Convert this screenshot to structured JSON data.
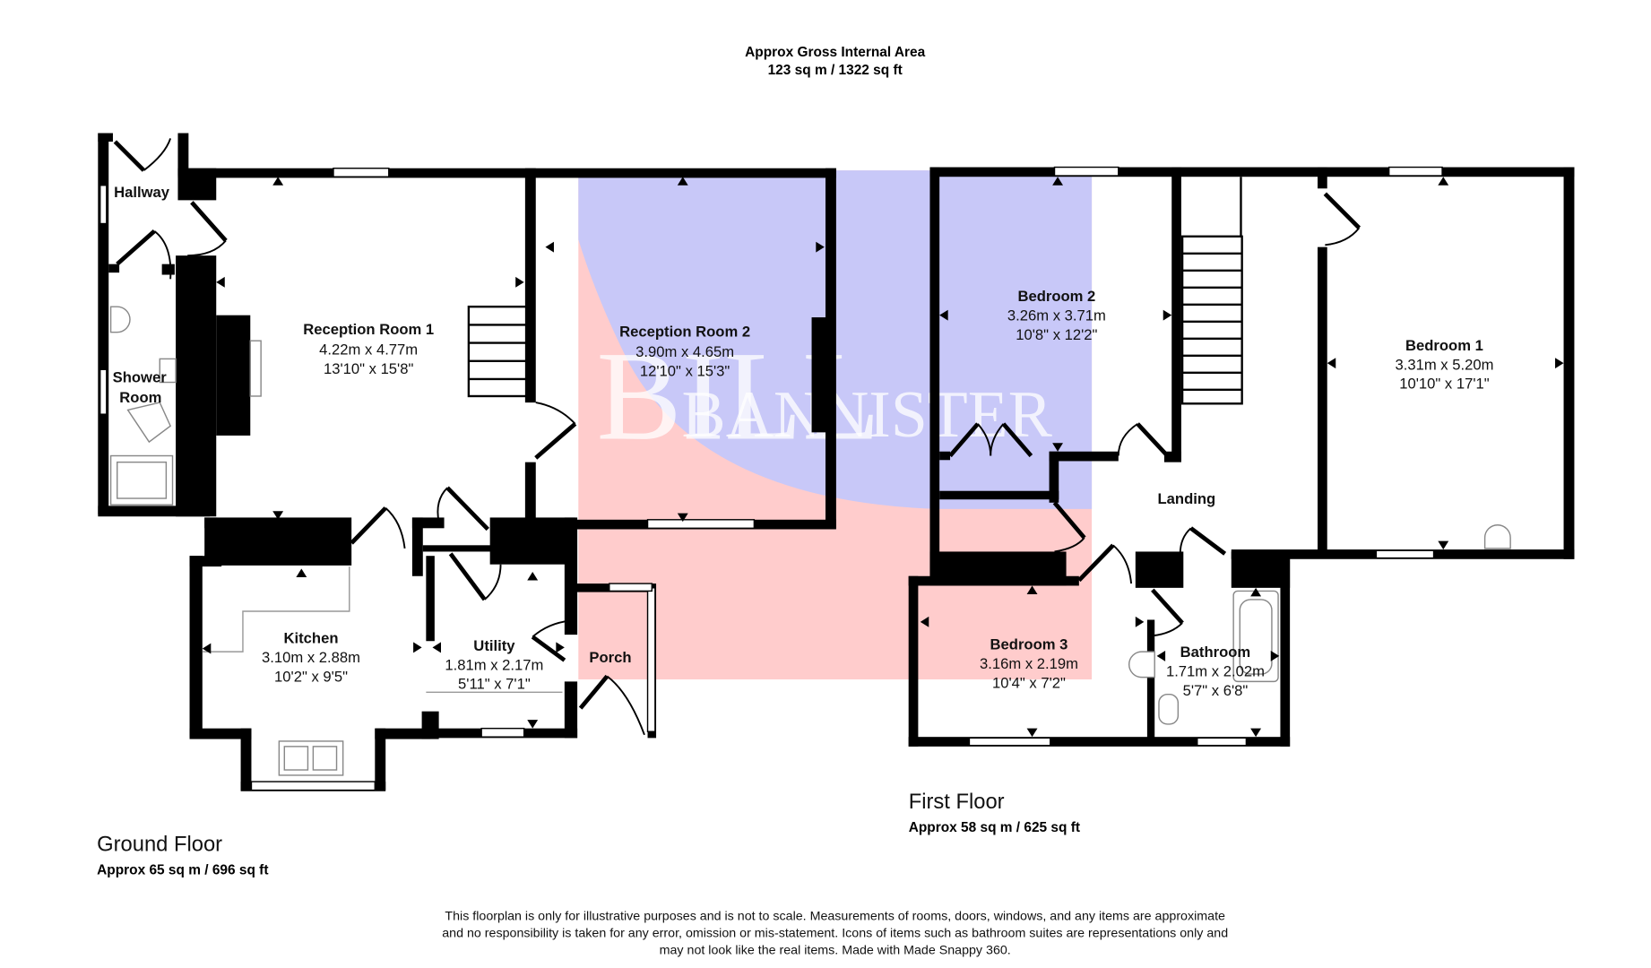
{
  "header": {
    "title": "Approx Gross Internal Area",
    "area": "123 sq m / 1322 sq ft"
  },
  "watermark": {
    "line1": "BILL",
    "line2": "BANNISTER",
    "colors": {
      "blue": "#c8c8f8",
      "red": "#ffcccc"
    }
  },
  "ground_floor": {
    "title": "Ground Floor",
    "area": "Approx 65 sq m / 696 sq ft",
    "rooms": [
      {
        "name": "Hallway"
      },
      {
        "name": "Shower",
        "name2": "Room"
      },
      {
        "name": "Reception Room 1",
        "metric": "4.22m x 4.77m",
        "imperial": "13'10\" x 15'8\""
      },
      {
        "name": "Reception Room 2",
        "metric": "3.90m x 4.65m",
        "imperial": "12'10\" x 15'3\""
      },
      {
        "name": "Kitchen",
        "metric": "3.10m x 2.88m",
        "imperial": "10'2\" x 9'5\""
      },
      {
        "name": "Utility",
        "metric": "1.81m x 2.17m",
        "imperial": "5'11\" x 7'1\""
      },
      {
        "name": "Porch"
      }
    ]
  },
  "first_floor": {
    "title": "First Floor",
    "area": "Approx 58 sq m / 625 sq ft",
    "rooms": [
      {
        "name": "Bedroom 2",
        "metric": "3.26m x 3.71m",
        "imperial": "10'8\" x 12'2\""
      },
      {
        "name": "Bedroom 1",
        "metric": "3.31m x 5.20m",
        "imperial": "10'10\" x 17'1\""
      },
      {
        "name": "Landing"
      },
      {
        "name": "Bedroom 3",
        "metric": "3.16m x 2.19m",
        "imperial": "10'4\" x 7'2\""
      },
      {
        "name": "Bathroom",
        "metric": "1.71m x 2.02m",
        "imperial": "5'7\" x 6'8\""
      }
    ]
  },
  "disclaimer": {
    "line1": "This floorplan is only for illustrative purposes and is not to scale. Measurements of rooms, doors, windows, and any items are approximate",
    "line2": "and no responsibility is taken for any error, omission or mis-statement. Icons of items such as bathroom suites are representations only and",
    "line3": "may not look like the real items. Made with Made Snappy 360."
  }
}
